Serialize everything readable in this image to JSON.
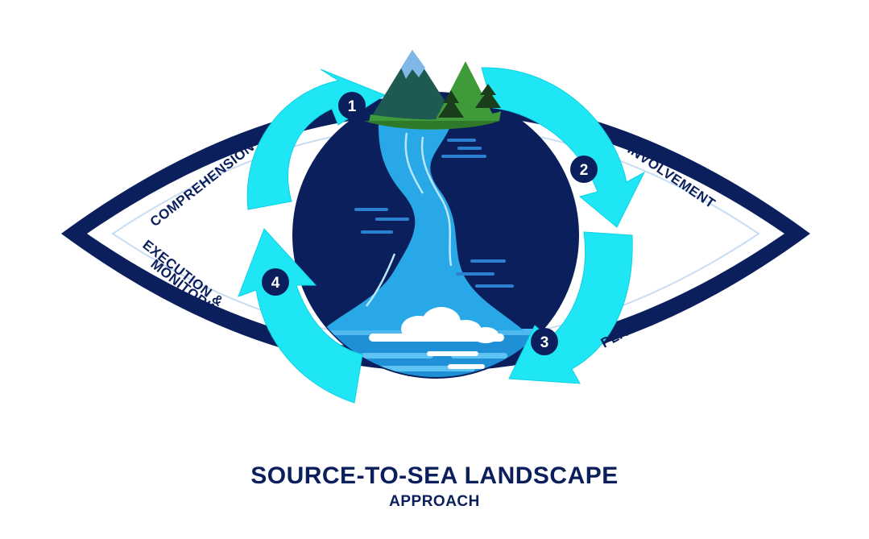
{
  "stages": [
    {
      "number": "1",
      "label": "COMPREHENSION"
    },
    {
      "number": "2",
      "label": "INVOLVEMENT"
    },
    {
      "number": "3",
      "label": "PLANNING"
    },
    {
      "number": "4",
      "label_line1": "EXECUTION &",
      "label_line2": "MONITORING"
    }
  ],
  "title": {
    "main": "SOURCE-TO-SEA LANDSCAPE",
    "sub": "APPROACH"
  },
  "colors": {
    "navy": "#0b1f5c",
    "cyan": "#1ee6f5",
    "river": "#29a8e8",
    "mountain_dark": "#1f5a52",
    "mountain_green": "#3f9a3a",
    "snow": "#7fb8e6"
  }
}
